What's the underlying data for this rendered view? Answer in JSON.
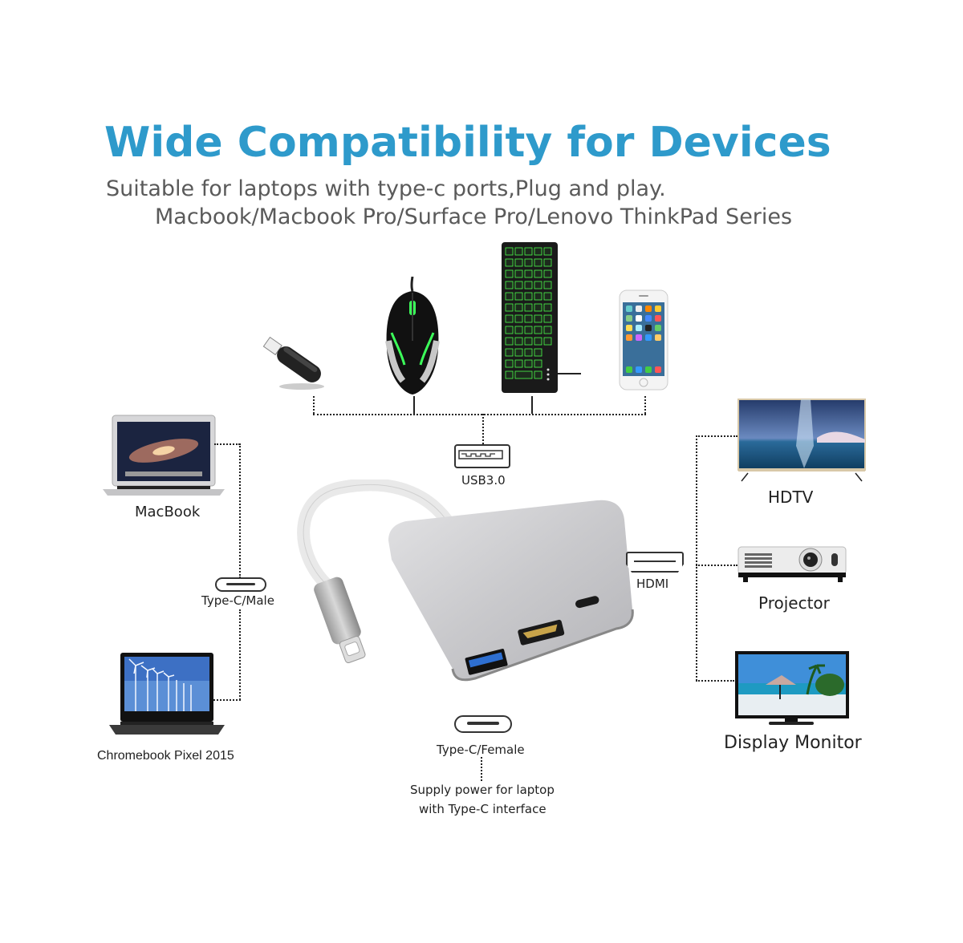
{
  "header": {
    "title": "Wide Compatibility for Devices",
    "subtitle_line1": "Suitable for laptops with type-c ports,Plug and play.",
    "subtitle_line2": "Macbook/Macbook Pro/Surface Pro/Lenovo ThinkPad Series",
    "title_color": "#2e9acb"
  },
  "usb_devices": {
    "items": [
      {
        "name": "usb-flash-drive",
        "icon": "usb-stick-icon"
      },
      {
        "name": "gaming-mouse",
        "icon": "mouse-icon"
      },
      {
        "name": "backlit-keyboard",
        "icon": "keyboard-icon"
      },
      {
        "name": "smartphone",
        "icon": "phone-icon"
      }
    ],
    "port_label": "USB3.0"
  },
  "laptops": {
    "macbook_label": "MacBook",
    "chromebook_label": "Chromebook Pixel 2015",
    "port_label": "Type-C/Male"
  },
  "displays": {
    "hdtv_label": "HDTV",
    "projector_label": "Projector",
    "monitor_label": "Display Monitor",
    "port_label": "HDMI"
  },
  "power": {
    "port_label": "Type-C/Female",
    "note_line1": "Supply power for laptop",
    "note_line2": "with Type-C interface"
  },
  "colors": {
    "accent": "#2e9acb",
    "subtitle": "#5a5a5a",
    "keyboard_glow": "#4cff4c",
    "adapter_silver": "#c8c8cc"
  }
}
